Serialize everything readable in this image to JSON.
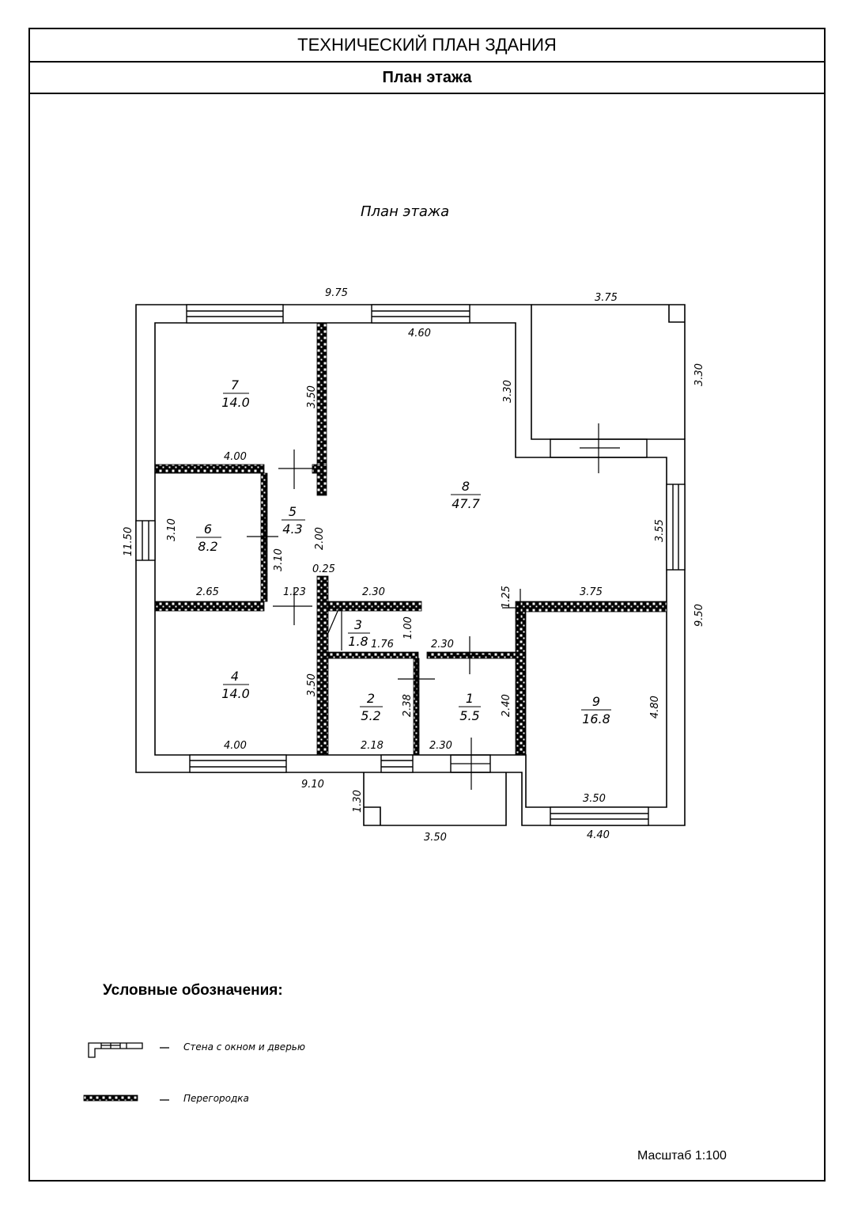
{
  "header": {
    "title": "ТЕХНИЧЕСКИЙ ПЛАН ЗДАНИЯ",
    "subtitle": "План этажа"
  },
  "plan_title": "План этажа",
  "rooms": [
    {
      "number": "1",
      "area": "5.5"
    },
    {
      "number": "2",
      "area": "5.2"
    },
    {
      "number": "3",
      "area": "1.8"
    },
    {
      "number": "4",
      "area": "14.0"
    },
    {
      "number": "5",
      "area": "4.3"
    },
    {
      "number": "6",
      "area": "8.2"
    },
    {
      "number": "7",
      "area": "14.0"
    },
    {
      "number": "8",
      "area": "47.7"
    },
    {
      "number": "9",
      "area": "16.8"
    }
  ],
  "dims": {
    "top_left": "9.75",
    "top_right": "3.75",
    "right_top": "3.30",
    "right_bottom": "9.50",
    "left": "11.50",
    "bottom_left": "9.10",
    "bottom_mid": "3.50",
    "bottom_right": "4.40",
    "porch": "1.30",
    "r7_h": "3.50",
    "r7_w": "4.00",
    "r8_top": "4.60",
    "r8_h": "3.30",
    "r8_right": "3.55",
    "r6_h": "3.10",
    "r6_w": "2.65",
    "r5_h": "3.10",
    "r5_w": "1.23",
    "r5_len": "2.00",
    "wall": "0.25",
    "r3_w": "2.30",
    "r3_l": "1.76",
    "r3_h": "1.00",
    "r1_top": "2.30",
    "r9_top": "3.75",
    "r9_gap": "1.25",
    "r4_h": "3.50",
    "r4_w": "4.00",
    "r2_h": "2.38",
    "r2_w": "2.18",
    "r1_h": "2.40",
    "r1_w": "2.30",
    "r9_h": "4.80",
    "r9_w": "3.50"
  },
  "legend": {
    "title": "Условные обозначения:",
    "wall_label": "Стена с окном и дверью",
    "partition_label": "Перегородка"
  },
  "scale": "Масштаб 1:100"
}
